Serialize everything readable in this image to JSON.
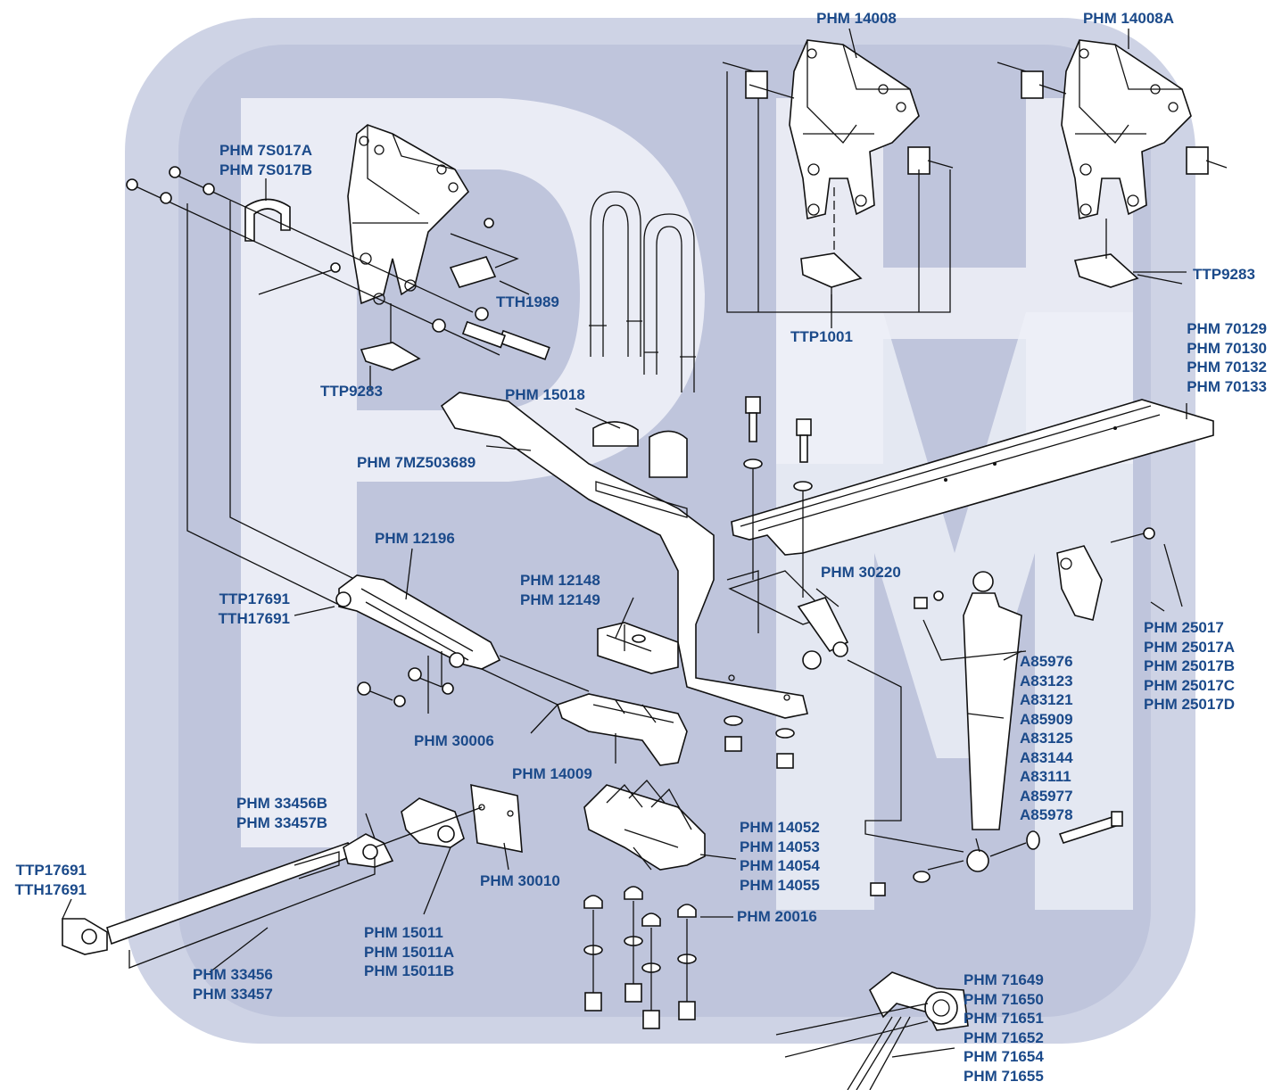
{
  "colors": {
    "label": "#1b4a8a",
    "watermark": "#c5cbe0",
    "line": "#111111"
  },
  "labels": {
    "phm_14008": [
      "PHM 14008"
    ],
    "phm_14008a": [
      "PHM 14008A"
    ],
    "phm_7s017": [
      "PHM 7S017A",
      "PHM 7S017B"
    ],
    "tth1989": [
      "TTH1989"
    ],
    "ttp9283_left": [
      "TTP9283"
    ],
    "ttp9283_right": [
      "TTP9283"
    ],
    "ttp1001": [
      "TTP1001"
    ],
    "phm_70129": [
      "PHM 70129",
      "PHM 70130",
      "PHM 70132",
      "PHM 70133"
    ],
    "phm_15018": [
      "PHM 15018"
    ],
    "phm_7mz503689": [
      "PHM 7MZ503689"
    ],
    "phm_12196": [
      "PHM 12196"
    ],
    "ttp17691_top": [
      "TTP17691",
      "TTH17691"
    ],
    "phm_12148": [
      "PHM 12148",
      "PHM 12149"
    ],
    "phm_30220": [
      "PHM 30220"
    ],
    "phm_25017": [
      "PHM 25017",
      "PHM 25017A",
      "PHM 25017B",
      "PHM 25017C",
      "PHM 25017D"
    ],
    "a85976": [
      "A85976",
      "A83123",
      "A83121",
      "A85909",
      "A83125",
      "A83144",
      "A83111",
      "A85977",
      "A85978"
    ],
    "phm_30006": [
      "PHM 30006"
    ],
    "phm_14009": [
      "PHM 14009"
    ],
    "phm_33456b": [
      "PHM 33456B",
      "PHM 33457B"
    ],
    "ttp17691_bottom": [
      "TTP17691",
      "TTH17691"
    ],
    "phm_30010": [
      "PHM 30010"
    ],
    "phm_14052": [
      "PHM 14052",
      "PHM 14053",
      "PHM 14054",
      "PHM 14055"
    ],
    "phm_20016": [
      "PHM 20016"
    ],
    "phm_15011": [
      "PHM 15011",
      "PHM 15011A",
      "PHM 15011B"
    ],
    "phm_33456": [
      "PHM 33456",
      "PHM 33457"
    ],
    "phm_71649": [
      "PHM 71649",
      "PHM 71650",
      "PHM 71651",
      "PHM 71652",
      "PHM 71654",
      "PHM 71655"
    ]
  }
}
